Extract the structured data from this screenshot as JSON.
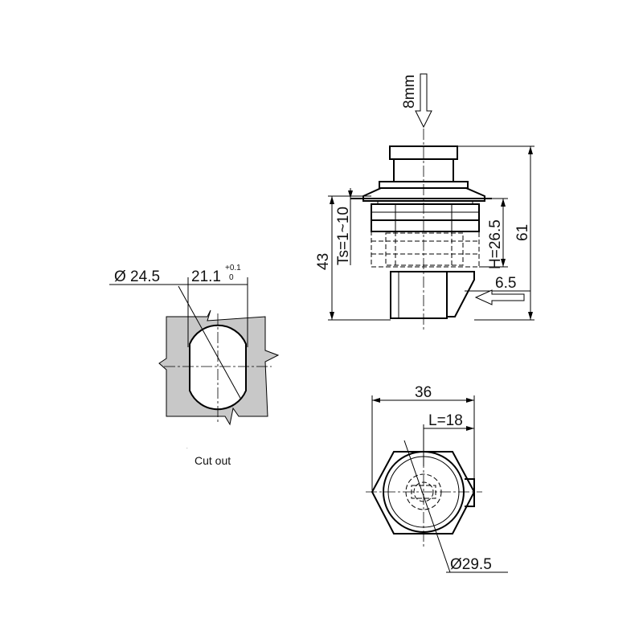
{
  "cutout": {
    "caption": "Cut out",
    "diameter": "Ø 24.5",
    "width": "21.1",
    "tol_upper": "+0.1",
    "tol_lower": "0"
  },
  "side_view": {
    "push_travel": "8mm",
    "height_43": "43",
    "thickness": "Ts=1~10",
    "height_H": "H=26.5",
    "height_61": "61",
    "offset": "6.5"
  },
  "top_view": {
    "width": "36",
    "length": "L=18",
    "diameter": "Ø29.5"
  }
}
